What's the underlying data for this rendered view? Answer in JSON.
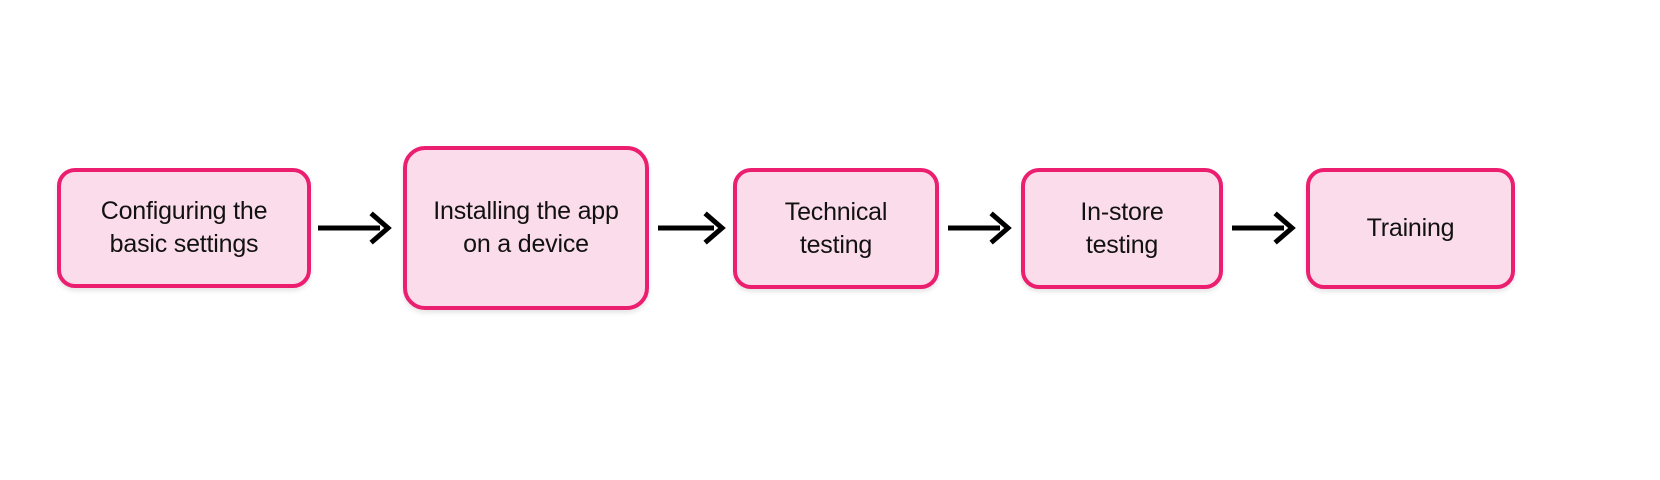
{
  "diagram": {
    "type": "process-flow",
    "orientation": "horizontal",
    "background_color": "#ffffff",
    "node_fill_color": "#fbdcea",
    "node_border_color": "#ec1e6f",
    "node_text_color": "#111111",
    "arrow_color": "#000000",
    "nodes": [
      {
        "id": "node-1",
        "label": "Configuring the\nbasic settings"
      },
      {
        "id": "node-2",
        "label": "Installing the app\non a device"
      },
      {
        "id": "node-3",
        "label": "Technical\ntesting"
      },
      {
        "id": "node-4",
        "label": "In-store\ntesting"
      },
      {
        "id": "node-5",
        "label": "Training"
      }
    ],
    "connectors": [
      {
        "id": "arrow-1",
        "icon": "arrow-right-icon",
        "from": "node-1",
        "to": "node-2"
      },
      {
        "id": "arrow-2",
        "icon": "arrow-right-icon",
        "from": "node-2",
        "to": "node-3"
      },
      {
        "id": "arrow-3",
        "icon": "arrow-right-icon",
        "from": "node-3",
        "to": "node-4"
      },
      {
        "id": "arrow-4",
        "icon": "arrow-right-icon",
        "from": "node-4",
        "to": "node-5"
      }
    ]
  }
}
